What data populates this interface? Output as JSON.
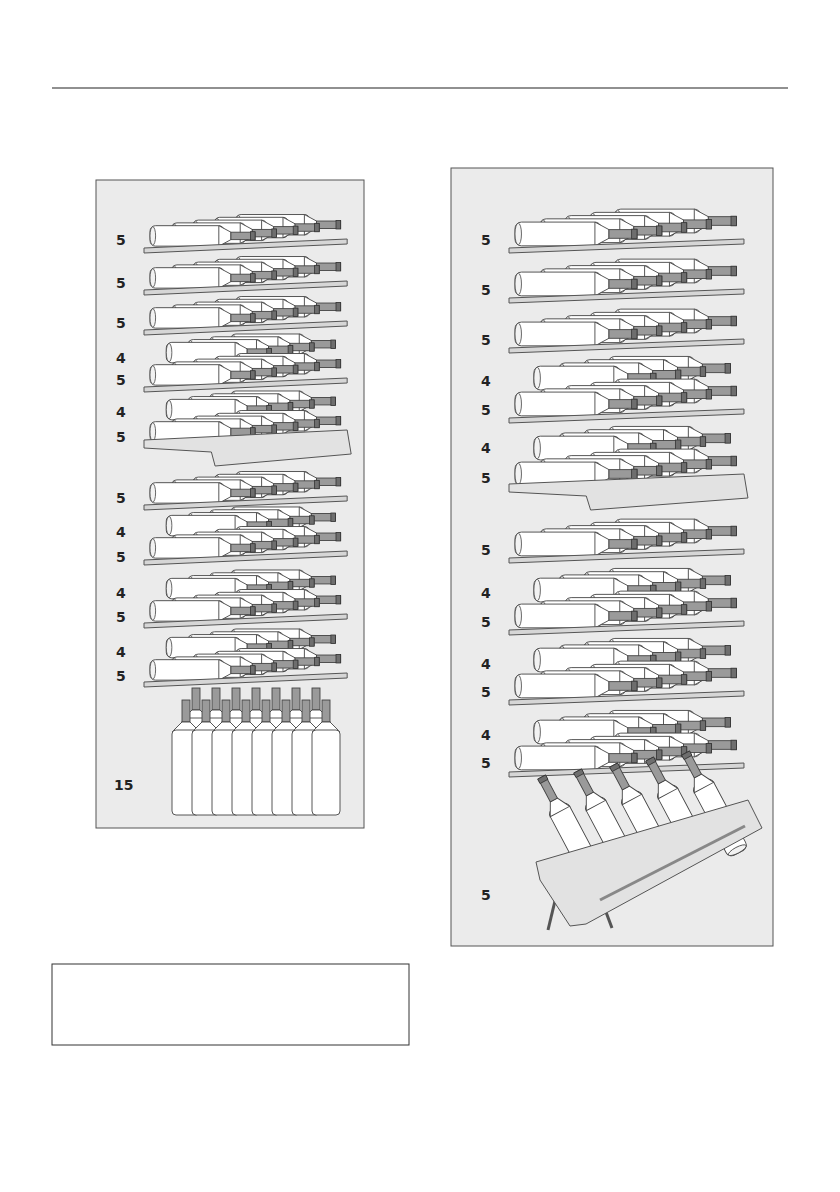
{
  "diagram": {
    "labels": [
      "5",
      "5",
      "5",
      "4",
      "5",
      "4",
      "5",
      "5",
      "4",
      "5",
      "4",
      "5",
      "4",
      "5",
      "15",
      "5",
      "5",
      "5",
      "4",
      "5",
      "4",
      "5",
      "5",
      "4",
      "5",
      "4",
      "5",
      "4",
      "5",
      "5"
    ]
  }
}
